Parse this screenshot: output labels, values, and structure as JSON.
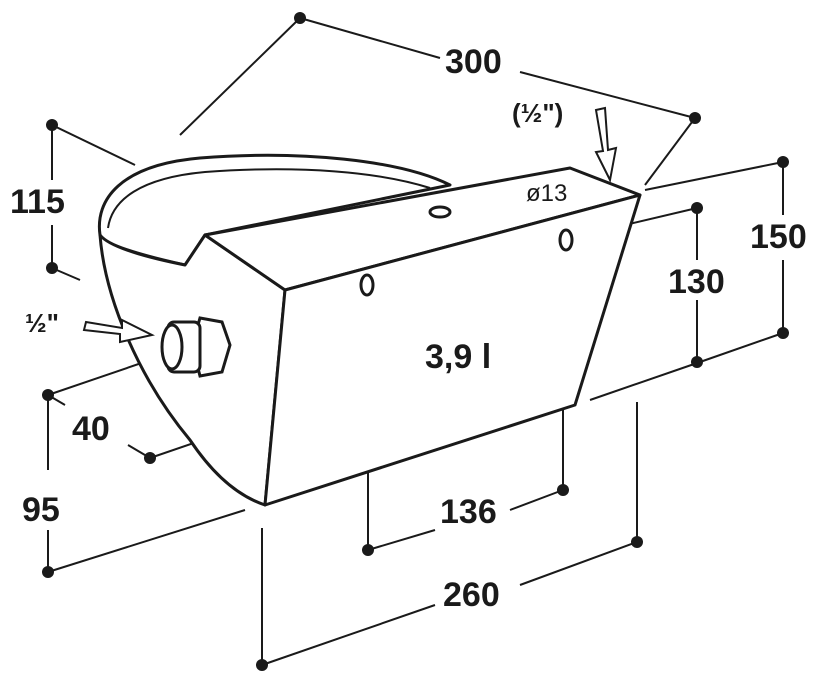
{
  "drawing": {
    "subject": "water bowl",
    "volume_label": "3,9 l",
    "dimensions": {
      "length_top": "300",
      "height_bowl": "115",
      "height_total": "150",
      "height_inlet": "130",
      "height_side": "95",
      "depth_inlet": "40",
      "hole_spacing": "136",
      "length_base": "260"
    },
    "connections": {
      "side_inlet": "½\"",
      "top_inlet": "(½\")",
      "hole_diameter": "ø13"
    }
  },
  "colors": {
    "line": "#1a1a1a",
    "background": "#ffffff"
  }
}
